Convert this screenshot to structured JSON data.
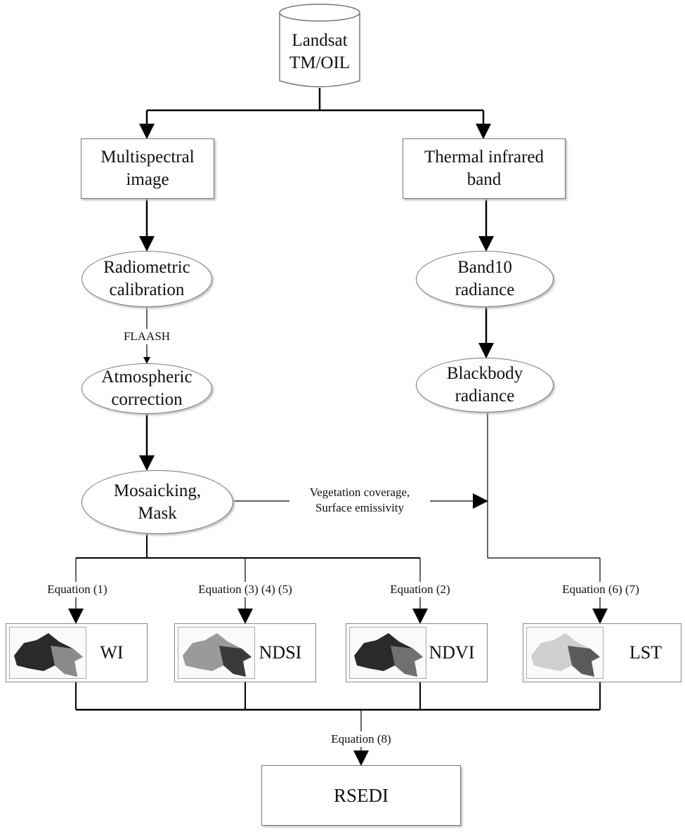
{
  "source": {
    "line1": "Landsat",
    "line2": "TM/OIL"
  },
  "left_branch": {
    "multispectral": {
      "line1": "Multispectral",
      "line2": "image"
    },
    "radiometric": {
      "line1": "Radiometric",
      "line2": "calibration"
    },
    "flaash_label": "FLAASH",
    "atmospheric": {
      "line1": "Atmospheric",
      "line2": "correction"
    },
    "mosaicking": {
      "line1": "Mosaicking,",
      "line2": "Mask"
    }
  },
  "right_branch": {
    "thermal": {
      "line1": "Thermal infrared",
      "line2": "band"
    },
    "band10": {
      "line1": "Band10",
      "line2": "radiance"
    },
    "blackbody": {
      "line1": "Blackbody",
      "line2": "radiance"
    }
  },
  "cross_link": {
    "line1": "Vegetation coverage,",
    "line2": "Surface emissivity"
  },
  "indices": [
    {
      "equation": "Equation (1)",
      "name": "WI",
      "tone": "dark"
    },
    {
      "equation": "Equation (3) (4) (5)",
      "name": "NDSI",
      "tone": "mid"
    },
    {
      "equation": "Equation (2)",
      "name": "NDVI",
      "tone": "dark"
    },
    {
      "equation": "Equation (6) (7)",
      "name": "LST",
      "tone": "light"
    }
  ],
  "final": {
    "equation": "Equation (8)",
    "name": "RSEDI"
  }
}
